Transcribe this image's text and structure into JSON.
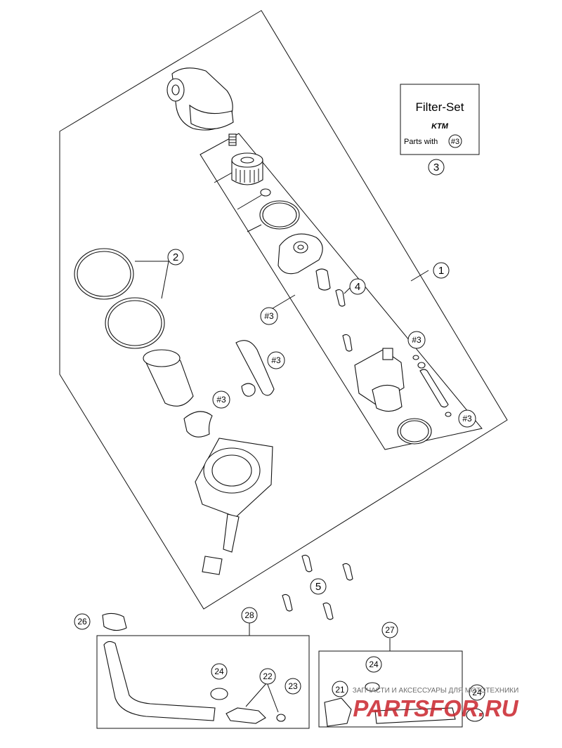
{
  "filter_set": {
    "title": "Filter-Set",
    "brand": "KTM",
    "parts_with_prefix": "Parts with",
    "parts_with_ref": "#3"
  },
  "callouts": [
    "1",
    "2",
    "3",
    "4",
    "5",
    "21",
    "22",
    "23",
    "24",
    "24",
    "24",
    "26",
    "27",
    "28"
  ],
  "refs": [
    "#3",
    "#3",
    "#3",
    "#3",
    "#3"
  ],
  "watermark": {
    "small": "ЗАПЧАСТИ И АКСЕССУАРЫ ДЛЯ МОТОТЕХНИКИ",
    "big": "PARTSFOR.RU"
  }
}
